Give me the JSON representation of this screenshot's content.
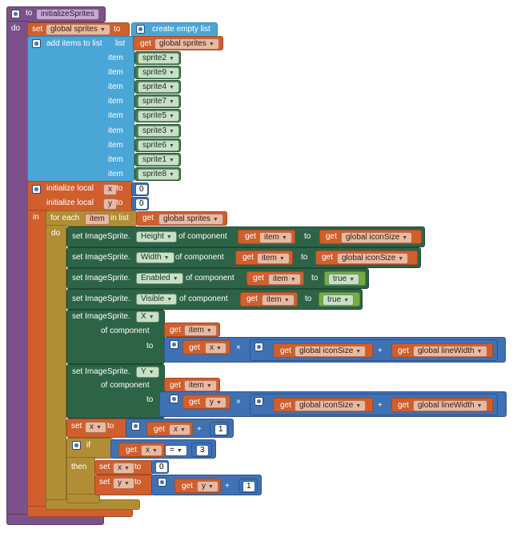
{
  "procedure": {
    "to_label": "to",
    "name": "initializeSprites",
    "do_label": "do"
  },
  "set_global_sprites": {
    "set_label": "set",
    "var_name": "global sprites",
    "to_label": "to",
    "create_label": "create empty list"
  },
  "add_items": {
    "label": "add items to list",
    "list_label": "list",
    "get_label": "get",
    "list_var": "global sprites",
    "item_label": "item",
    "items": [
      "sprite2",
      "sprite9",
      "sprite4",
      "sprite7",
      "sprite5",
      "sprite3",
      "sprite6",
      "sprite1",
      "sprite8"
    ]
  },
  "locals": {
    "init_label": "initialize local",
    "x_name": "x",
    "y_name": "y",
    "to_label": "to",
    "x_value": "0",
    "y_value": "0",
    "in_label": "in"
  },
  "foreach": {
    "label": "for each",
    "var": "item",
    "in_list_label": "in list",
    "get_label": "get",
    "list_var": "global sprites",
    "do_label": "do"
  },
  "sets": {
    "set_prefix": "set ImageSprite.",
    "of_component": "of component",
    "to_label": "to",
    "get_label": "get",
    "item_var": "item",
    "height": {
      "prop": "Height",
      "value": "global iconSize"
    },
    "width": {
      "prop": "Width",
      "value": "global iconSize"
    },
    "enabled": {
      "prop": "Enabled",
      "value": "true"
    },
    "visible": {
      "prop": "Visible",
      "value": "true"
    },
    "xpos": {
      "prop": "X",
      "var": "x",
      "mul": "×",
      "icon": "global iconSize",
      "plus": "+",
      "line": "global lineWidth"
    },
    "ypos": {
      "prop": "Y",
      "var": "y",
      "mul": "×",
      "icon": "global iconSize",
      "plus": "+",
      "line": "global lineWidth"
    }
  },
  "set_x": {
    "set_label": "set",
    "var": "x",
    "to_label": "to",
    "get_label": "get",
    "get_var": "x",
    "plus": "+",
    "num": "1"
  },
  "if_block": {
    "if_label": "if",
    "get_label": "get",
    "var": "x",
    "op": "=",
    "num": "3",
    "then_label": "then",
    "set_label": "set",
    "set_x_var": "x",
    "to_label": "to",
    "x_value": "0",
    "set_y_var": "y",
    "y_get_var": "y",
    "plus": "+",
    "y_num": "1"
  },
  "colors": {
    "procedure": "#7c5189",
    "variable": "#d05f2d",
    "list": "#4aa6d7",
    "control": "#b18e35",
    "component": "#2d6447",
    "math": "#3f71b5",
    "logic": "#77ab41"
  }
}
